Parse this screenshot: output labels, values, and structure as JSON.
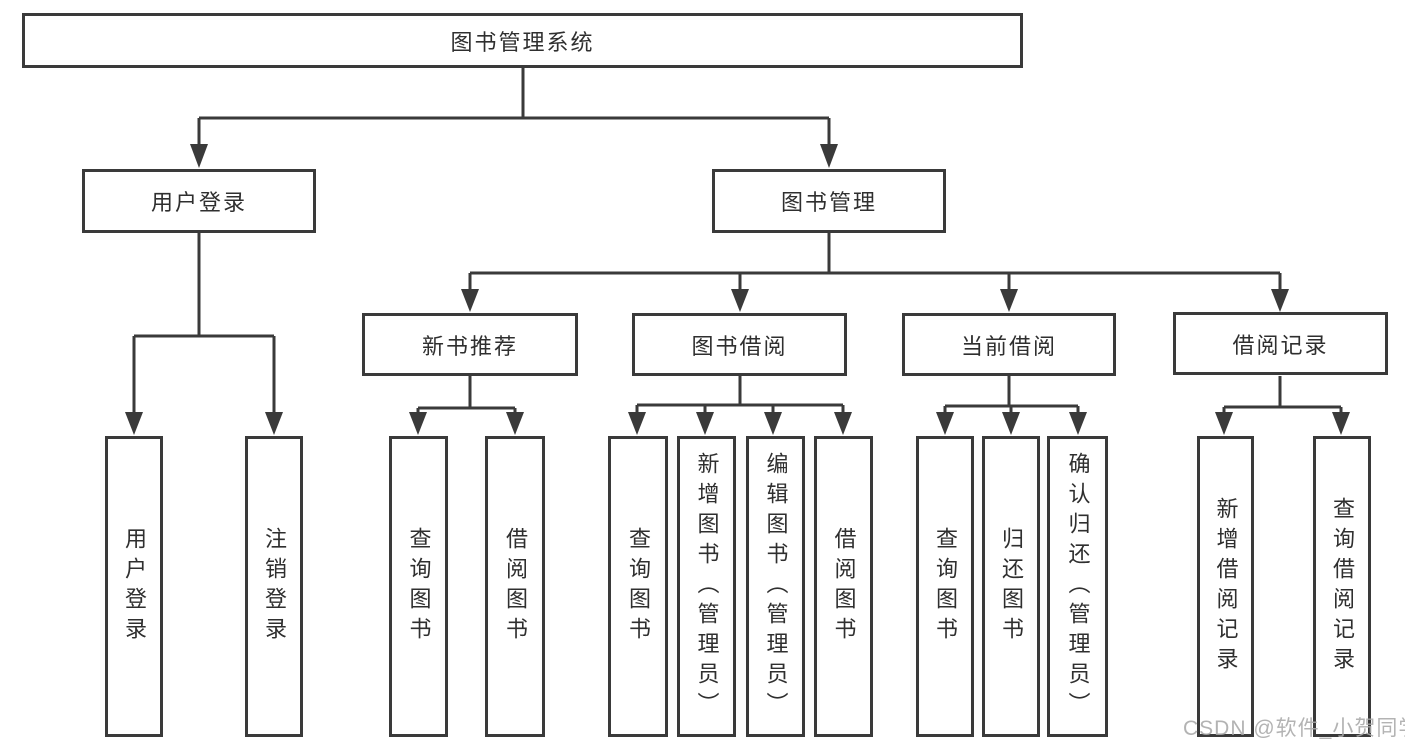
{
  "diagram": {
    "title": "图书管理系统",
    "nodes": {
      "root": "图书管理系统",
      "user_login": "用户登录",
      "book_mgmt": "图书管理",
      "new_book_rec": "新书推荐",
      "book_borrow": "图书借阅",
      "current_borrow": "当前借阅",
      "borrow_record": "借阅记录",
      "leaf_user_login": "用户登录",
      "leaf_logout": "注销登录",
      "leaf_rec_query_book": "查询图书",
      "leaf_rec_borrow_book": "借阅图书",
      "leaf_bb_query_book": "查询图书",
      "leaf_bb_add_book": "新增图书（管理员）",
      "leaf_bb_edit_book": "编辑图书（管理员）",
      "leaf_bb_borrow_book": "借阅图书",
      "leaf_cb_query_book": "查询图书",
      "leaf_cb_return_book": "归还图书",
      "leaf_cb_confirm_return": "确认归还（管理员）",
      "leaf_br_add_record": "新增借阅记录",
      "leaf_br_query_record": "查询借阅记录"
    },
    "colors": {
      "line": "#3a3a3a",
      "text": "#2f2f2f",
      "box_fill": "#ffffff",
      "watermark": "#a8a8a8"
    }
  },
  "watermark": {
    "text": "CSDN @软件_小贺同学"
  }
}
